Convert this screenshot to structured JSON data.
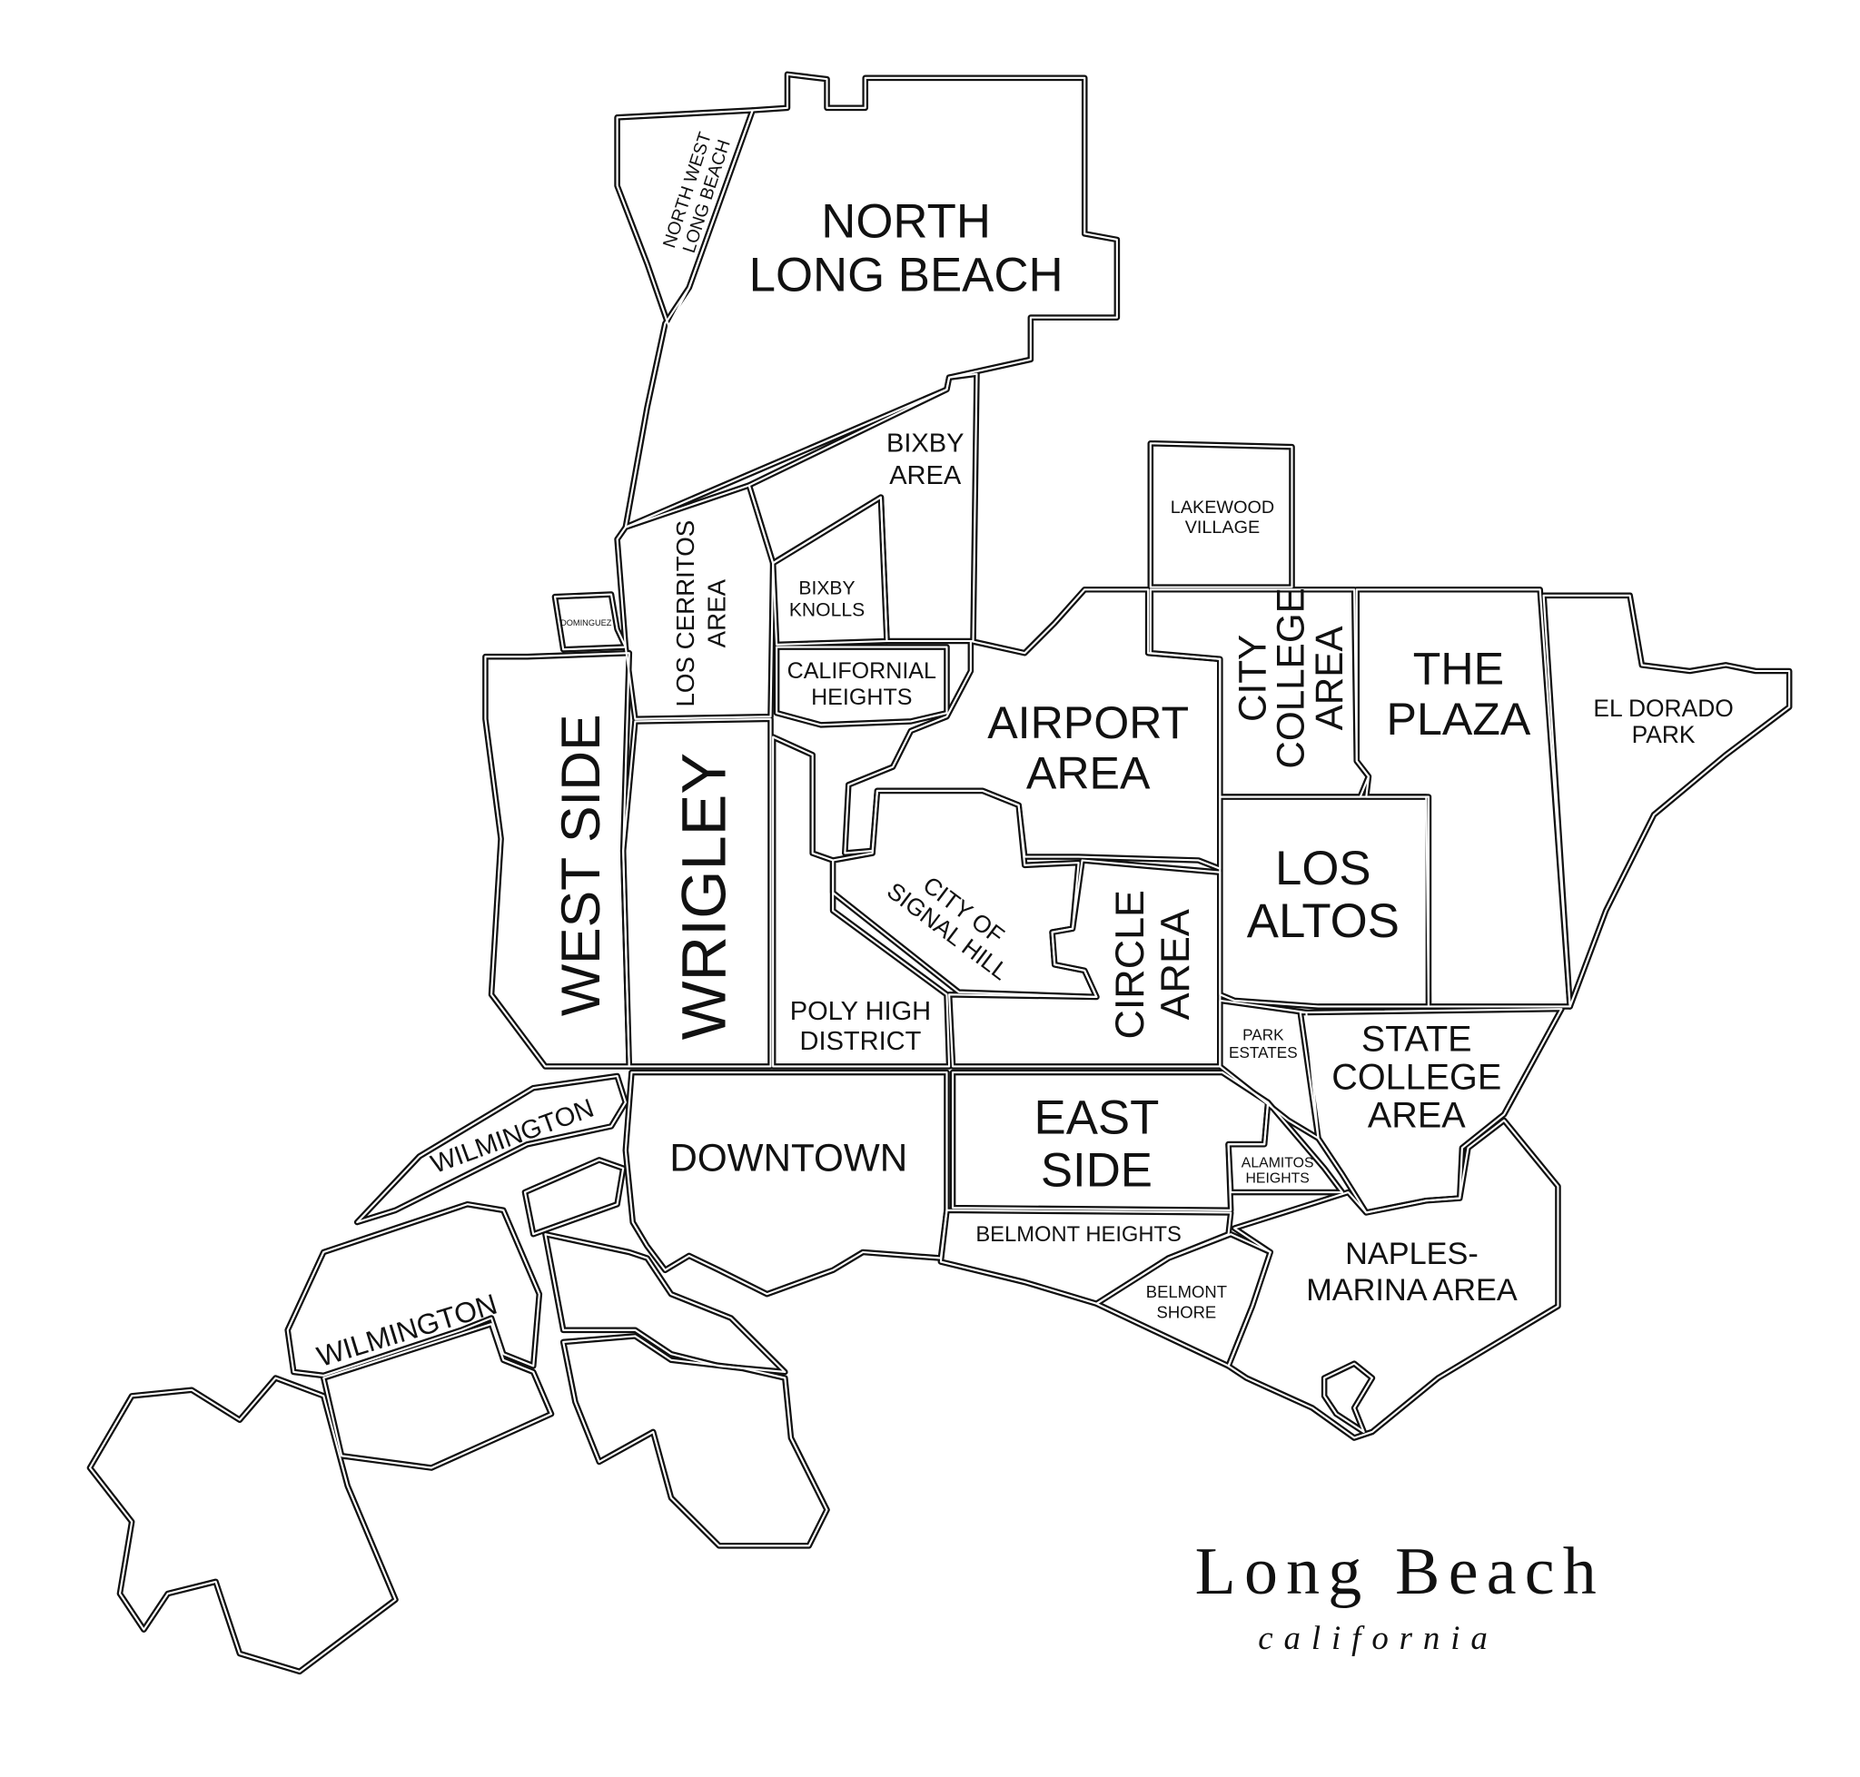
{
  "title": "Long Beach",
  "subtitle": "california",
  "neighborhoods": {
    "north_west_long_beach": [
      "NORTH WEST",
      "LONG BEACH"
    ],
    "north_long_beach": [
      "NORTH",
      "LONG BEACH"
    ],
    "bixby_area": [
      "BIXBY",
      "AREA"
    ],
    "los_cerritos_area": [
      "LOS CERRITOS",
      "AREA"
    ],
    "bixby_knolls": [
      "BIXBY",
      "KNOLLS"
    ],
    "californial_heights": [
      "CALIFORNIAL",
      "HEIGHTS"
    ],
    "dominguez": [
      "DOMINGUEZ"
    ],
    "west_side": [
      "WEST SIDE"
    ],
    "wrigley": [
      "WRIGLEY"
    ],
    "poly_high_district": [
      "POLY HIGH",
      "DISTRICT"
    ],
    "airport_area": [
      "AIRPORT",
      "AREA"
    ],
    "city_of_signal_hill": [
      "CITY OF",
      "SIGNAL HILL"
    ],
    "circle_area": [
      "CIRCLE",
      "AREA"
    ],
    "lakewood_village": [
      "LAKEWOOD",
      "VILLAGE"
    ],
    "city_college_area": [
      "CITY",
      "COLLEGE",
      "AREA"
    ],
    "the_plaza": [
      "THE",
      "PLAZA"
    ],
    "el_dorado_park": [
      "EL DORADO",
      "PARK"
    ],
    "los_altos": [
      "LOS",
      "ALTOS"
    ],
    "park_estates": [
      "PARK",
      "ESTATES"
    ],
    "state_college_area": [
      "STATE",
      "COLLEGE",
      "AREA"
    ],
    "east_side": [
      "EAST",
      "SIDE"
    ],
    "alamitos_heights": [
      "ALAMITOS",
      "HEIGHTS"
    ],
    "downtown": [
      "DOWNTOWN"
    ],
    "belmont_heights": [
      "BELMONT HEIGHTS"
    ],
    "belmont_shore": [
      "BELMONT",
      "SHORE"
    ],
    "naples_marina_area": [
      "NAPLES-",
      "MARINA AREA"
    ],
    "wilmington_north": [
      "WILMINGTON"
    ],
    "wilmington_south": [
      "WILMINGTON"
    ]
  }
}
